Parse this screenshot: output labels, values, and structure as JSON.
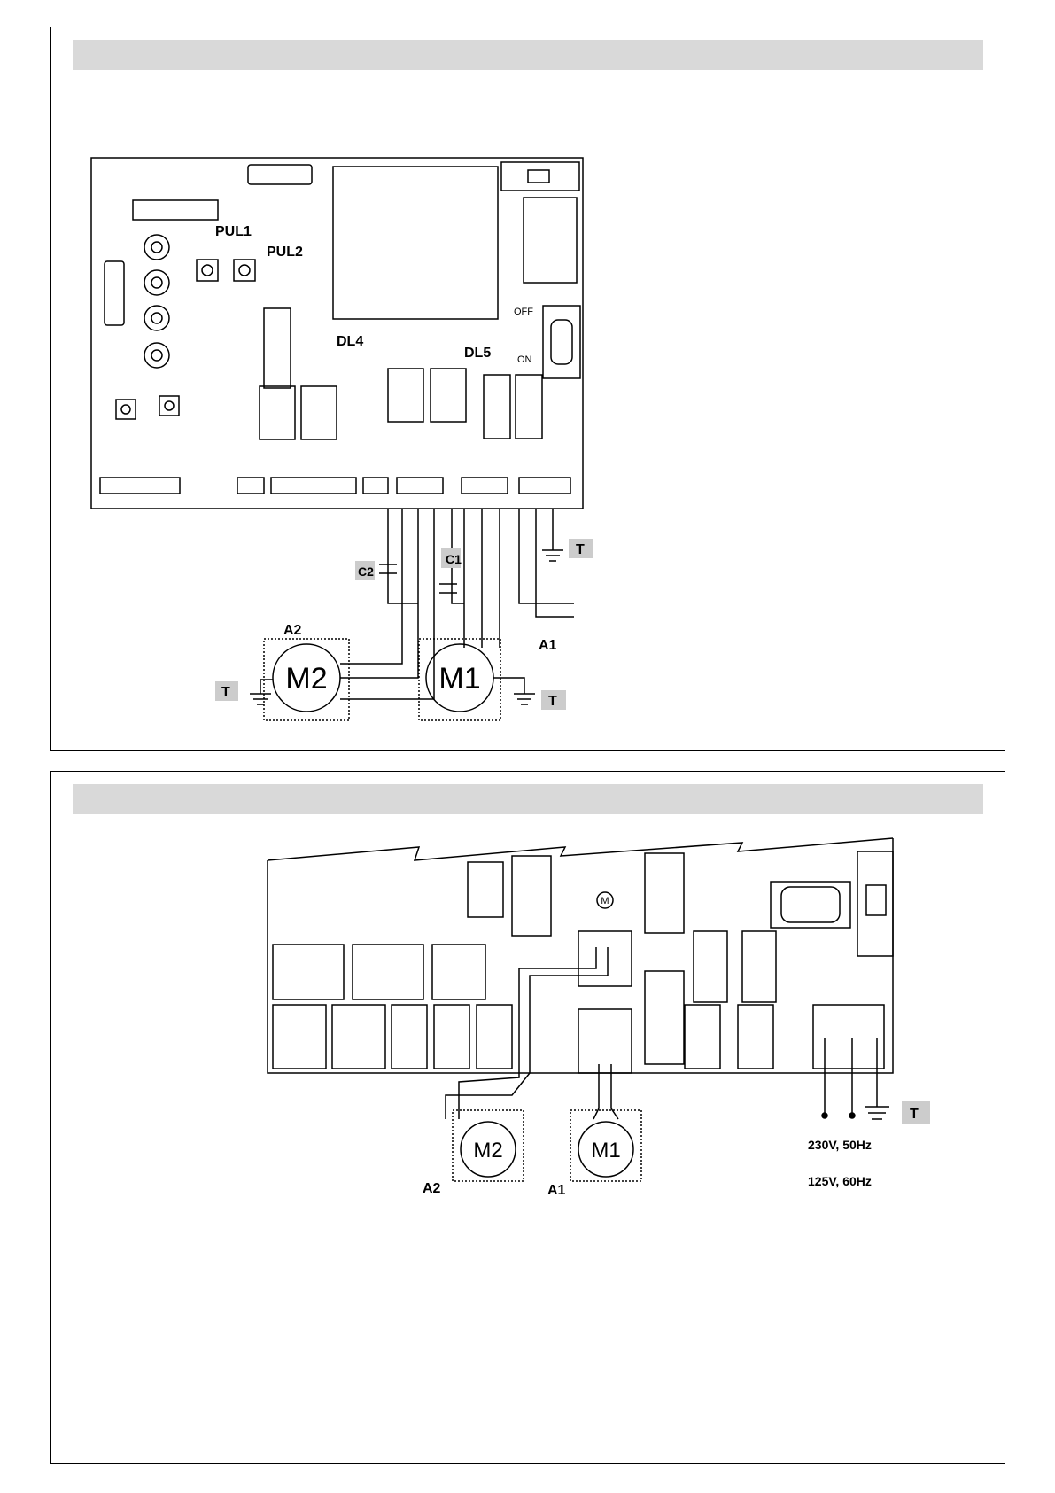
{
  "diagram1": {
    "labels": {
      "pul1": "PUL1",
      "pul2": "PUL2",
      "dl4": "DL4",
      "dl5": "DL5",
      "off": "OFF",
      "on": "ON",
      "c1": "C1",
      "c2": "C2",
      "a1": "A1",
      "a2": "A2",
      "m1": "M1",
      "m2": "M2",
      "t": "T"
    }
  },
  "diagram2": {
    "labels": {
      "a1": "A1",
      "a2": "A2",
      "m1": "M1",
      "m2": "M2",
      "t": "T",
      "m": "M",
      "voltage_230": "230V, 50Hz",
      "voltage_125": "125V, 60Hz"
    }
  },
  "colors": {
    "header_bar": "#d9d9d9",
    "label_box": "#cccccc",
    "line": "#000000"
  }
}
